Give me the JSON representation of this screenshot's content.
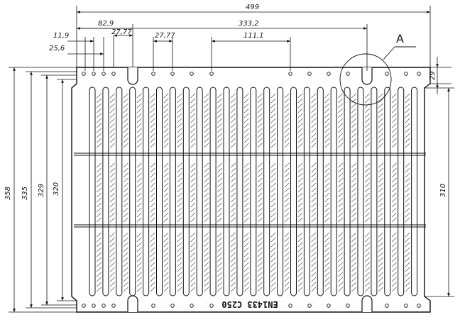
{
  "dimensions": {
    "overall_width": "499",
    "offset_82": "82,9",
    "offset_333": "333,2",
    "pitch_27_left": "27,77",
    "pitch_27_right": "27,77",
    "offset_111": "111,1",
    "edge_11": "11,9",
    "edge_25": "25,6",
    "h358": "358",
    "h335": "335",
    "h329": "329",
    "h320": "320",
    "h310": "310",
    "h29": "29"
  },
  "detail_label": "A",
  "casting_marking": "EN1433 C250"
}
